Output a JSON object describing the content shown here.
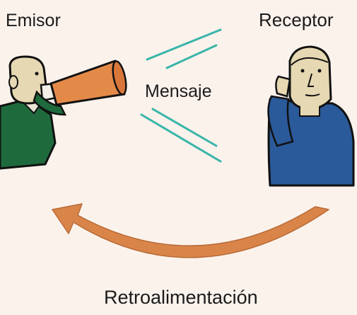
{
  "diagram": {
    "sender": "Emisor",
    "receiver": "Receptor",
    "message": "Mensaje",
    "feedback": "Retroalimentación"
  },
  "icons": {
    "sender": "man-with-megaphone-icon",
    "receiver": "man-cupping-ear-icon",
    "message": "signal-lines-icon",
    "feedback": "curved-return-arrow-icon"
  },
  "colors": {
    "background": "#fbf2ec",
    "megaphone": "#e48a48",
    "signal": "#39b5a8",
    "arrow": "#d9854a",
    "sender_jacket": "#1f6a3c",
    "receiver_shirt": "#2b5a9a",
    "skin": "#e6d8b2"
  }
}
